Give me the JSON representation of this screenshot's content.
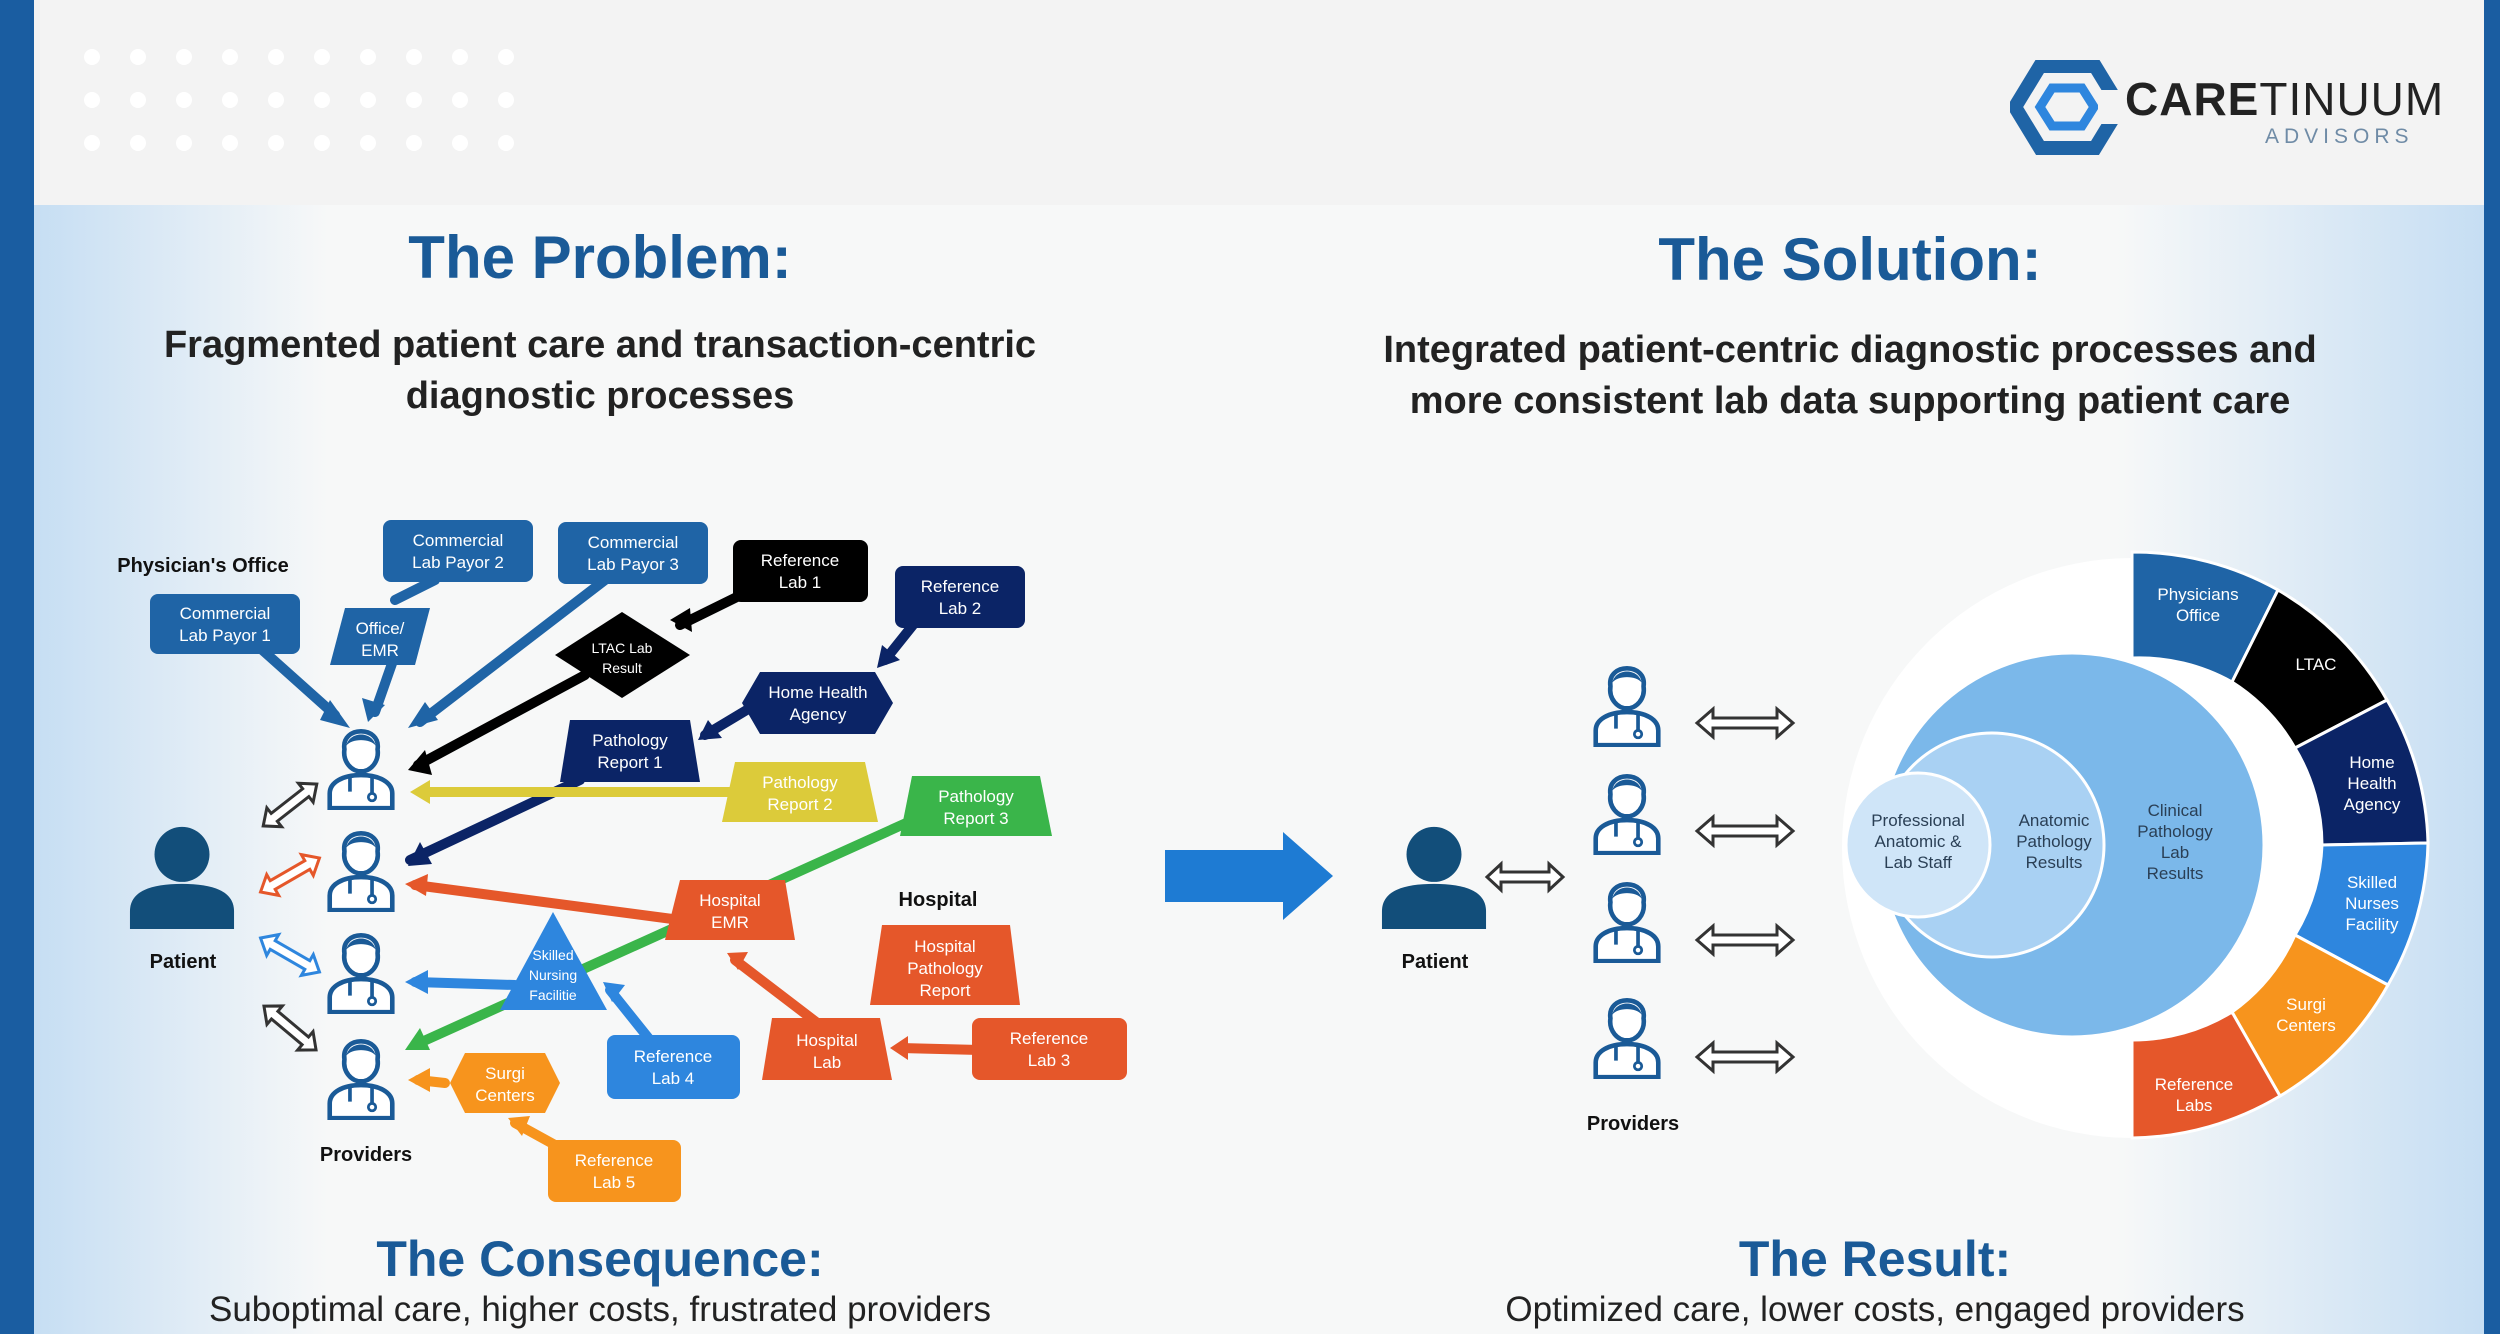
{
  "header": {
    "logo_word_bold": "CARE",
    "logo_word_light": "TINUUM",
    "logo_tagline": "ADVISORS"
  },
  "problem": {
    "title": "The Problem:",
    "subtitle_line1": "Fragmented patient care and transaction-centric",
    "subtitle_line2": "diagnostic processes"
  },
  "solution": {
    "title": "The Solution:",
    "subtitle_line1": "Integrated patient-centric diagnostic processes and",
    "subtitle_line2": "more consistent lab data supporting patient care"
  },
  "consequence": {
    "title": "The Consequence:",
    "body": "Suboptimal care, higher costs, frustrated providers"
  },
  "result": {
    "title": "The Result:",
    "body": "Optimized care, lower costs, engaged providers"
  },
  "problem_diagram": {
    "physicians_office_label": "Physician's Office",
    "hospital_label": "Hospital",
    "patient_label": "Patient",
    "providers_label": "Providers",
    "nodes": {
      "commercial_payor_1": [
        "Commercial",
        "Lab Payor 1"
      ],
      "office_emr": [
        "Office/",
        "EMR"
      ],
      "commercial_payor_2": [
        "Commercial",
        "Lab Payor 2"
      ],
      "commercial_payor_3": [
        "Commercial",
        "Lab Payor 3"
      ],
      "reference_lab_1": [
        "Reference",
        "Lab 1"
      ],
      "reference_lab_2": [
        "Reference",
        "Lab 2"
      ],
      "ltac_lab_result": [
        "LTAC Lab",
        "Result"
      ],
      "home_health_agency": [
        "Home Health",
        "Agency"
      ],
      "pathology_report_1": [
        "Pathology",
        "Report 1"
      ],
      "pathology_report_2": [
        "Pathology",
        "Report 2"
      ],
      "pathology_report_3": [
        "Pathology",
        "Report 3"
      ],
      "hospital_emr": [
        "Hospital",
        "EMR"
      ],
      "hospital_pathology_report": [
        "Hospital",
        "Pathology",
        "Report"
      ],
      "skilled_nursing": [
        "Skilled",
        "Nursing",
        "Facilitie"
      ],
      "reference_lab_4": [
        "Reference",
        "Lab 4"
      ],
      "hospital_lab": [
        "Hospital",
        "Lab"
      ],
      "reference_lab_3": [
        "Reference",
        "Lab 3"
      ],
      "surgi_centers": [
        "Surgi",
        "Centers"
      ],
      "reference_lab_5": [
        "Reference",
        "Lab 5"
      ]
    }
  },
  "solution_diagram": {
    "patient_label": "Patient",
    "providers_label": "Providers",
    "inner_circles": {
      "professional": [
        "Professional",
        "Anatomic &",
        "Lab Staff"
      ],
      "anatomic": [
        "Anatomic",
        "Pathology",
        "Results"
      ],
      "clinical": [
        "Clinical",
        "Pathology",
        "Lab",
        "Results"
      ]
    },
    "segments": {
      "physicians_office": [
        "Physicians",
        "Office"
      ],
      "ltac": [
        "LTAC"
      ],
      "home_health": [
        "Home",
        "Health",
        "Agency"
      ],
      "skilled_nurses": [
        "Skilled",
        "Nurses",
        "Facility"
      ],
      "surgi_centers": [
        "Surgi",
        "Centers"
      ],
      "reference_labs": [
        "Reference",
        "Labs"
      ]
    }
  },
  "colors": {
    "title_blue": "#1a5a97",
    "stripe_blue": "#1a5da1",
    "payor_blue": "#1f64a6",
    "navy": "#0b2466",
    "black": "#000000",
    "yellow": "#dccb3a",
    "green": "#3ab54a",
    "orange_red": "#e5572a",
    "orange": "#f7941d",
    "sky_blue": "#2e86de",
    "arrow_blue": "#1e7bd3",
    "center_blue": "#7bb8ea"
  }
}
